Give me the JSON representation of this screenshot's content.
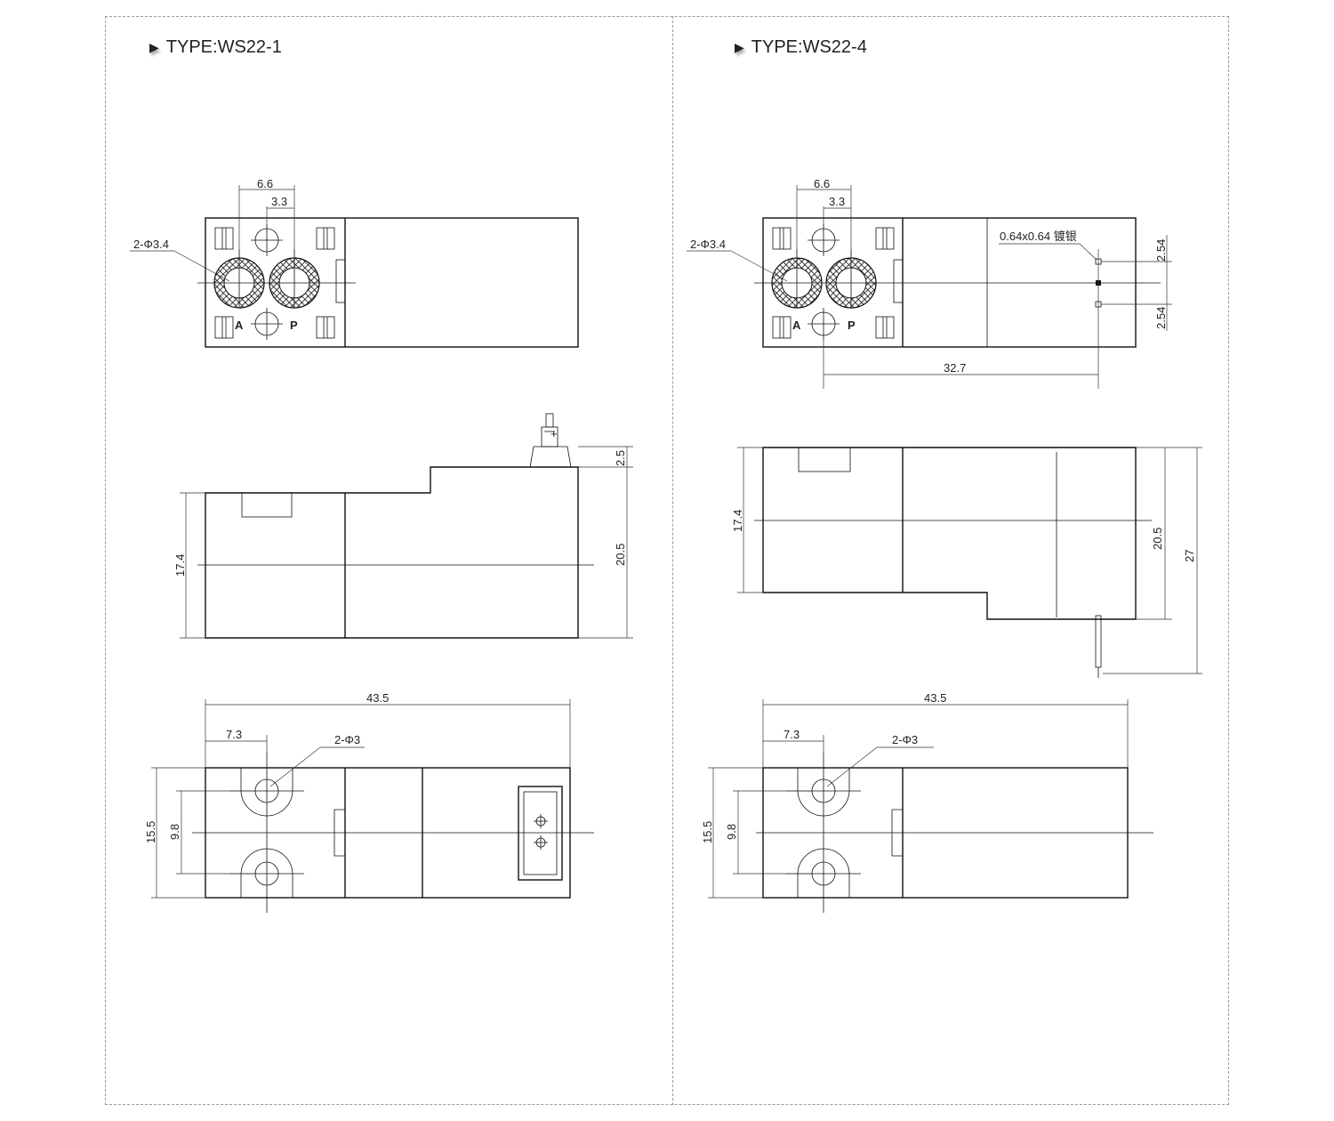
{
  "panels": [
    {
      "title": "TYPE:WS22-1",
      "top_view": {
        "dim_outer": "6.6",
        "dim_inner": "3.3",
        "holes_label": "2-Φ3.4",
        "port_a": "A",
        "port_p": "P"
      },
      "side_view": {
        "dim_pin": "2.5",
        "dim_height": "17.4",
        "dim_total": "20.5"
      },
      "bottom_view": {
        "dim_length": "43.5",
        "dim_offset": "7.3",
        "holes_label": "2-Φ3",
        "dim_width": "15.5",
        "dim_pitch": "9.8"
      }
    },
    {
      "title": "TYPE:WS22-4",
      "top_view": {
        "dim_outer": "6.6",
        "dim_inner": "3.3",
        "holes_label": "2-Φ3.4",
        "port_a": "A",
        "port_p": "P",
        "pin_label": "0.64x0.64 镀银",
        "pin_pitch_top": "2.54",
        "pin_pitch_bottom": "2.54",
        "dim_pin_distance": "32.7"
      },
      "side_view": {
        "dim_height": "17.4",
        "dim_body": "20.5",
        "dim_total": "27"
      },
      "bottom_view": {
        "dim_length": "43.5",
        "dim_offset": "7.3",
        "holes_label": "2-Φ3",
        "dim_width": "15.5",
        "dim_pitch": "9.8"
      }
    }
  ]
}
